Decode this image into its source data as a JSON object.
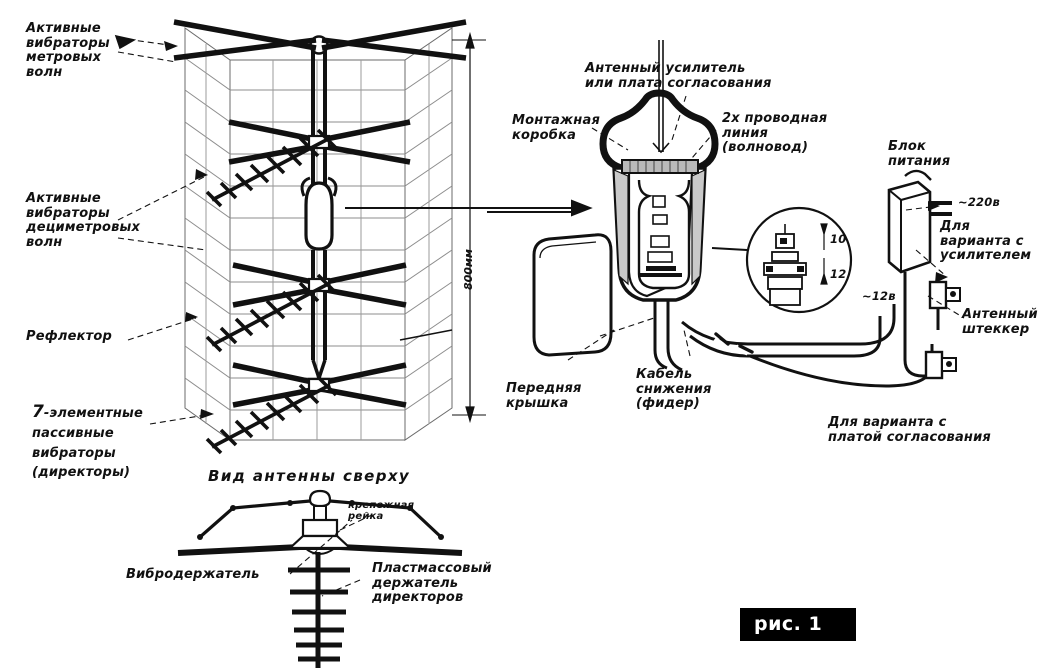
{
  "figure": {
    "caption": "рис. 1",
    "kind": "technical-diagram",
    "subject": "Комбинированная телевизионная антенна метровых и дециметровых волн"
  },
  "labels": {
    "active_meter": "Активные\nвибраторы\nметровых\nволн",
    "active_decimeter": "Активные\nвибраторы\nдециметровых\nволн",
    "reflector": "Рефлектор",
    "passive_num": "7",
    "passive_rest": "-элементные\nпассивные\nвибраторы\n(директоры)",
    "mount_box": "Монтажная\nкоробка",
    "amplifier": "Антенный усилитель\nили плата согласования",
    "two_wire_line": "2х проводная\nлиния\n(волновод)",
    "front_cover": "Передняя\nкрышка",
    "feeder_cable": "Кабель\nснижения\n(фидер)",
    "power_block": "Блок\nпитания",
    "mains_voltage": "~220в",
    "dc_voltage": "~12в",
    "variant_amplifier": "Для\nварианта с\nусилителем",
    "antenna_plug": "Антенный\nштеккер",
    "variant_board": "Для варианта с\nплатой согласования",
    "top_view_title": "Вид антенны сверху",
    "mount_rail": "крепежная\nрейка",
    "vibro_holder": "Вибродержатель",
    "plastic_holder": "Пластмассовый\nдержатель\nдиректоров",
    "dimension_height": "800мм",
    "inset_dim_10": "10",
    "inset_dim_12": "12"
  },
  "colors": {
    "ink": "#111111",
    "paper": "#ffffff",
    "faint": "#8d8d8d",
    "mid": "#5a5a5a",
    "figure_box_bg": "#000000",
    "figure_box_fg": "#ffffff"
  }
}
